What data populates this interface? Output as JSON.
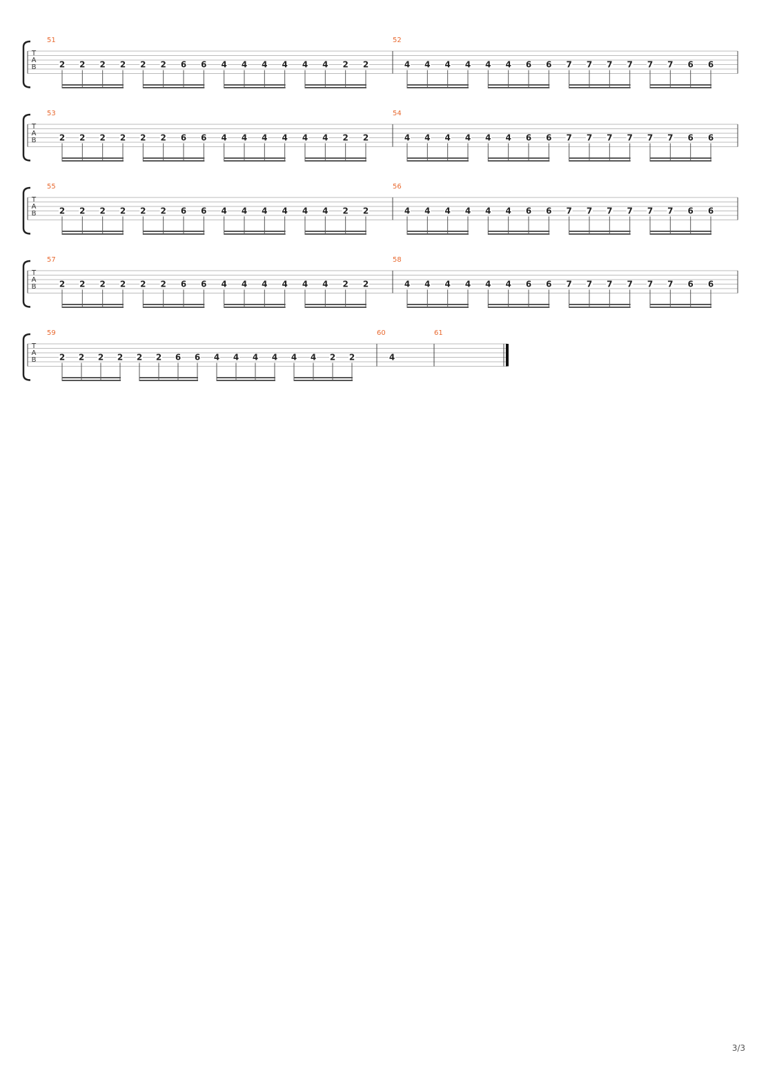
{
  "document": {
    "type": "bass tablature",
    "page_number": "3/3",
    "colors": {
      "measure_number": "#e8682e",
      "staff_line": "#bbbbbb",
      "barline": "#444444",
      "fret_number": "#222222",
      "beam": "#555555",
      "stem": "#555555",
      "bracket": "#222222"
    }
  },
  "systems": [
    {
      "clef": [
        "T",
        "A",
        "B"
      ],
      "measures": [
        {
          "number": "51",
          "notes": [
            "2",
            "2",
            "2",
            "2",
            "2",
            "2",
            "6",
            "6",
            "4",
            "4",
            "4",
            "4",
            "4",
            "4",
            "2",
            "2"
          ],
          "rhythm": "sixteenths"
        },
        {
          "number": "52",
          "notes": [
            "4",
            "4",
            "4",
            "4",
            "4",
            "4",
            "6",
            "6",
            "7",
            "7",
            "7",
            "7",
            "7",
            "7",
            "6",
            "6"
          ],
          "rhythm": "sixteenths"
        }
      ]
    },
    {
      "clef": [
        "T",
        "A",
        "B"
      ],
      "measures": [
        {
          "number": "53",
          "notes": [
            "2",
            "2",
            "2",
            "2",
            "2",
            "2",
            "6",
            "6",
            "4",
            "4",
            "4",
            "4",
            "4",
            "4",
            "2",
            "2"
          ],
          "rhythm": "sixteenths"
        },
        {
          "number": "54",
          "notes": [
            "4",
            "4",
            "4",
            "4",
            "4",
            "4",
            "6",
            "6",
            "7",
            "7",
            "7",
            "7",
            "7",
            "7",
            "6",
            "6"
          ],
          "rhythm": "sixteenths"
        }
      ]
    },
    {
      "clef": [
        "T",
        "A",
        "B"
      ],
      "measures": [
        {
          "number": "55",
          "notes": [
            "2",
            "2",
            "2",
            "2",
            "2",
            "2",
            "6",
            "6",
            "4",
            "4",
            "4",
            "4",
            "4",
            "4",
            "2",
            "2"
          ],
          "rhythm": "sixteenths"
        },
        {
          "number": "56",
          "notes": [
            "4",
            "4",
            "4",
            "4",
            "4",
            "4",
            "6",
            "6",
            "7",
            "7",
            "7",
            "7",
            "7",
            "7",
            "6",
            "6"
          ],
          "rhythm": "sixteenths"
        }
      ]
    },
    {
      "clef": [
        "T",
        "A",
        "B"
      ],
      "measures": [
        {
          "number": "57",
          "notes": [
            "2",
            "2",
            "2",
            "2",
            "2",
            "2",
            "6",
            "6",
            "4",
            "4",
            "4",
            "4",
            "4",
            "4",
            "2",
            "2"
          ],
          "rhythm": "sixteenths"
        },
        {
          "number": "58",
          "notes": [
            "4",
            "4",
            "4",
            "4",
            "4",
            "4",
            "6",
            "6",
            "7",
            "7",
            "7",
            "7",
            "7",
            "7",
            "6",
            "6"
          ],
          "rhythm": "sixteenths"
        }
      ]
    },
    {
      "clef": [
        "T",
        "A",
        "B"
      ],
      "measures": [
        {
          "number": "59",
          "notes": [
            "2",
            "2",
            "2",
            "2",
            "2",
            "2",
            "6",
            "6",
            "4",
            "4",
            "4",
            "4",
            "4",
            "4",
            "2",
            "2"
          ],
          "rhythm": "sixteenths"
        },
        {
          "number": "60",
          "notes": [
            "4"
          ],
          "rhythm": "whole"
        },
        {
          "number": "61",
          "notes": [],
          "rhythm": "empty",
          "final_barline": true
        }
      ]
    }
  ]
}
